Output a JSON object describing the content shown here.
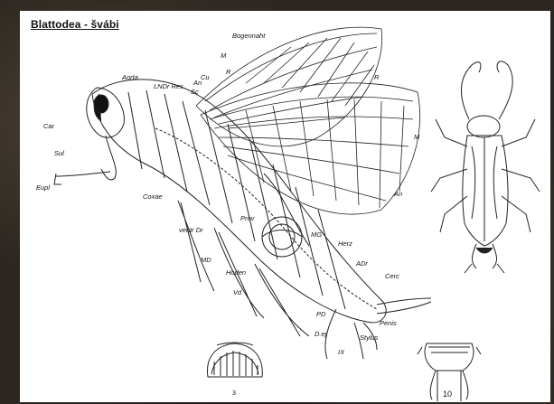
{
  "title": "Blattodea - švábi",
  "labels": {
    "bogennaht": "Bogennaht",
    "m_top": "M",
    "r_top": "R",
    "cu": "Cu",
    "an_top": "An",
    "sc": "Sc",
    "r_right": "R",
    "m_right": "M",
    "an_right": "An",
    "aorta": "Aorta",
    "lndr_res": "LNDr Res",
    "car": "Car",
    "sul": "Sul",
    "eupl": "Eupl",
    "coxae": "Coxae",
    "ventr_dr": "ventr Dr",
    "prov": "Prov",
    "mg": "MG",
    "herz": "Herz",
    "adr": "ADr",
    "md": "MD",
    "hoden": "Hoden",
    "vd": "Vd",
    "pd": "PD",
    "d_ej": "D.ej",
    "ix": "IX",
    "stylus": "Stylus",
    "penis": "Penis",
    "cerc": "Cerc",
    "fig3": "3",
    "fig10": "10"
  }
}
